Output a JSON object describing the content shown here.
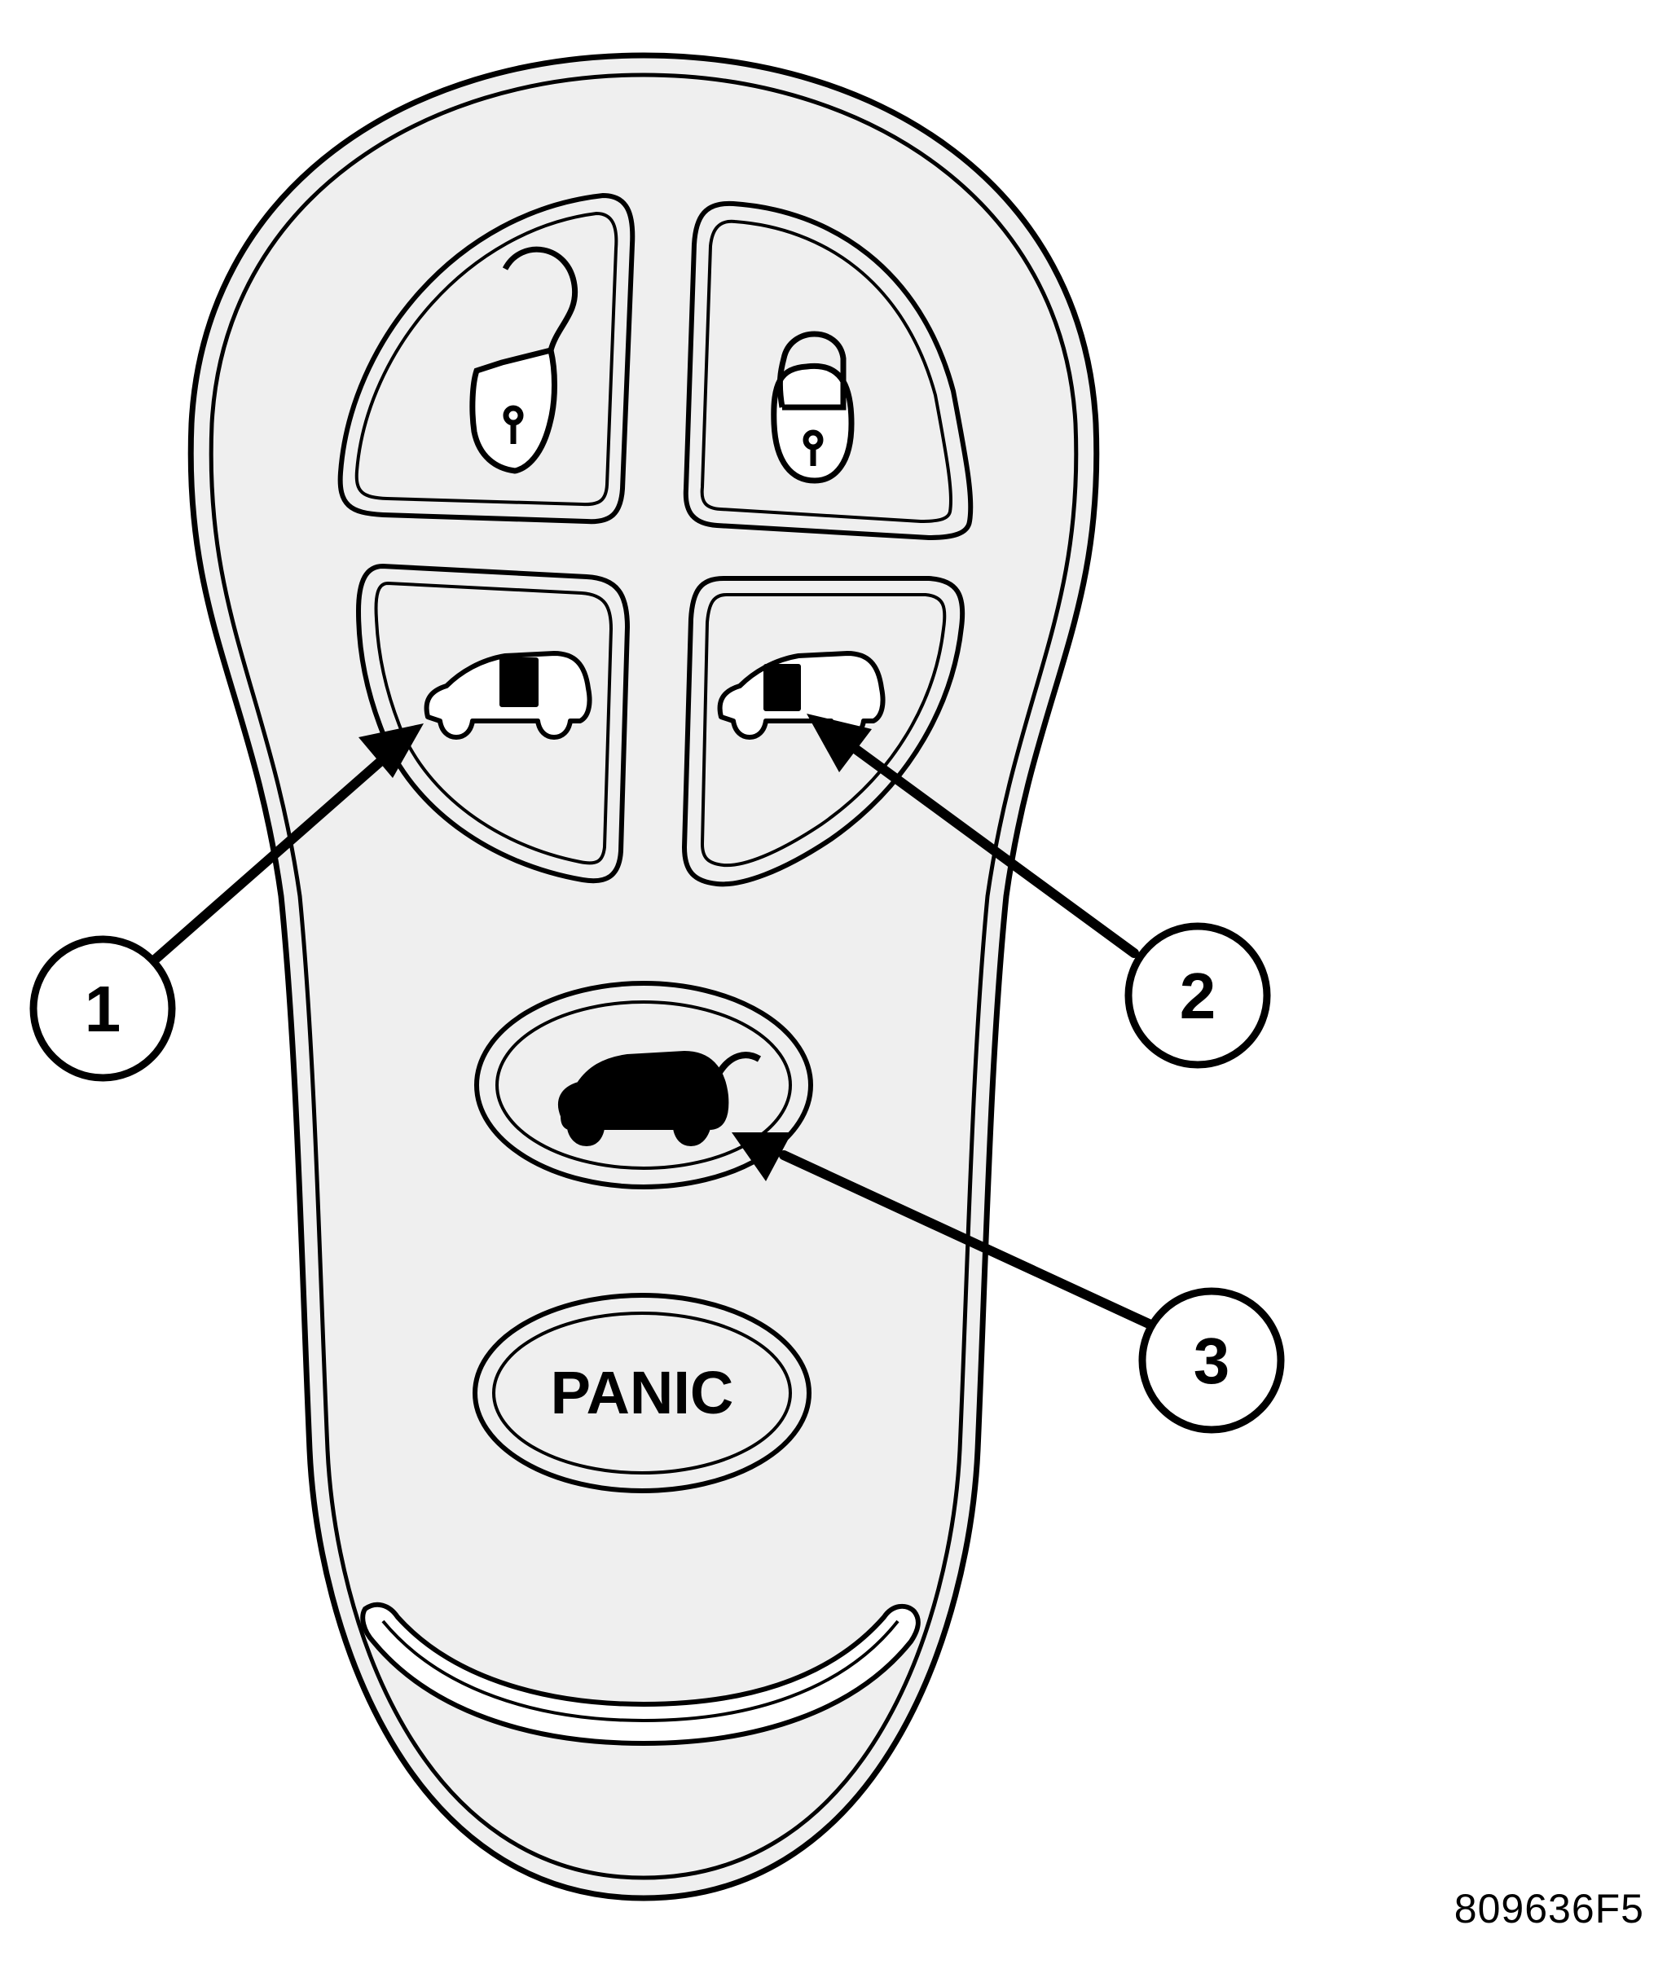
{
  "figure_id": "809636F5",
  "buttons": {
    "unlock": {
      "icon": "unlock-padlock-icon"
    },
    "lock": {
      "icon": "lock-padlock-icon"
    },
    "left_sliding_door": {
      "icon": "left-sliding-door-icon"
    },
    "right_sliding_door": {
      "icon": "right-sliding-door-icon"
    },
    "liftgate": {
      "icon": "liftgate-icon"
    },
    "panic": {
      "label": "PANIC"
    }
  },
  "callouts": [
    {
      "number": "1",
      "target": "left_sliding_door"
    },
    {
      "number": "2",
      "target": "right_sliding_door"
    },
    {
      "number": "3",
      "target": "liftgate"
    }
  ],
  "colors": {
    "stroke": "#000000",
    "fob_fill": "#efefef",
    "background": "#ffffff"
  }
}
